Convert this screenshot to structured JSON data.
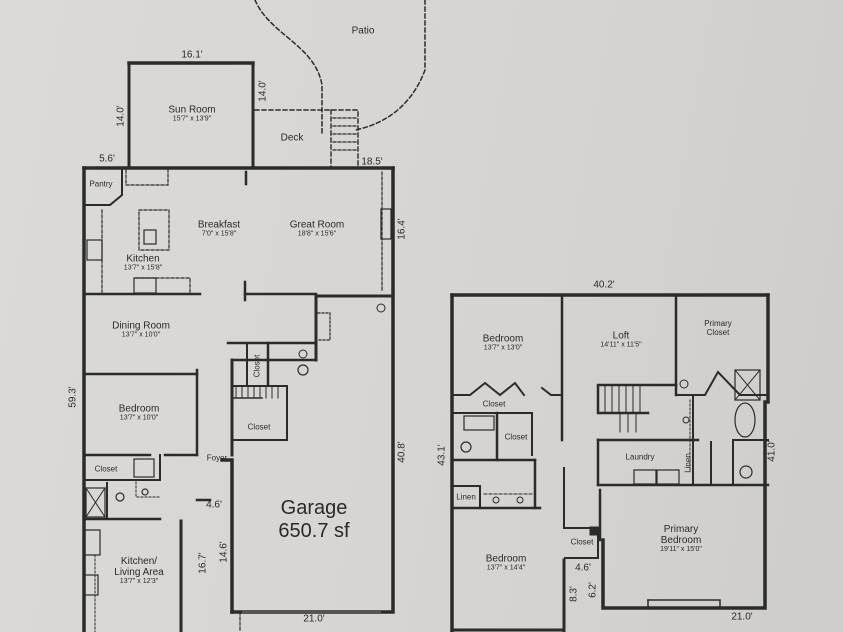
{
  "ground_floor": {
    "outdoor": {
      "patio": "Patio",
      "deck": "Deck"
    },
    "rooms": {
      "sun_room": {
        "name": "Sun Room",
        "size": "15'7\" x 13'9\""
      },
      "pantry": {
        "name": "Pantry"
      },
      "breakfast": {
        "name": "Breakfast",
        "size": "7'0\" x 15'8\""
      },
      "great_room": {
        "name": "Great Room",
        "size": "18'8\" x 15'6\""
      },
      "kitchen": {
        "name": "Kitchen",
        "size": "13'7\" x 15'8\""
      },
      "dining_room": {
        "name": "Dining Room",
        "size": "13'7\" x 10'0\""
      },
      "bedroom": {
        "name": "Bedroom",
        "size": "13'7\" x 10'0\""
      },
      "closet_a": {
        "name": "Closet"
      },
      "closet_b": {
        "name": "Closet"
      },
      "closet_c": {
        "name": "Closet"
      },
      "foyer": {
        "name": "Foyer"
      },
      "kitchen_living": {
        "name": "Kitchen/",
        "name2": "Living Area",
        "size": "13'7\" x 12'3\""
      },
      "garage": {
        "name": "Garage",
        "area": "650.7 sf"
      }
    },
    "dimensions": {
      "sun_room_width": "16.1'",
      "sun_room_left": "14.0'",
      "sun_room_right": "14.0'",
      "left_offset": "5.6'",
      "deck_right": "18.5'",
      "great_room_right": "16.4'",
      "overall_left": "59.3'",
      "garage_side": "40.8'",
      "foyer_step": "4.6'",
      "living_right": "16.7'",
      "garage_left": "14.6'",
      "garage_width": "21.0'"
    }
  },
  "upper_floor": {
    "rooms": {
      "bedroom_1": {
        "name": "Bedroom",
        "size": "13'7\" x 13'0\""
      },
      "loft": {
        "name": "Loft",
        "size": "14'11\" x 11'5\""
      },
      "primary_closet": {
        "name": "Primary",
        "name2": "Closet"
      },
      "closet_1": {
        "name": "Closet"
      },
      "closet_2": {
        "name": "Closet"
      },
      "linen_1": {
        "name": "Linen"
      },
      "laundry": {
        "name": "Laundry"
      },
      "linen_2": {
        "name": "Linen"
      },
      "bedroom_2": {
        "name": "Bedroom",
        "size": "13'7\" x 14'4\""
      },
      "closet_3": {
        "name": "Closet"
      },
      "primary_bedroom": {
        "name": "Primary",
        "name2": "Bedroom",
        "size": "19'11\" x 15'0\""
      }
    },
    "dimensions": {
      "overall_width": "40.2'",
      "left_side": "43.1'",
      "right_side": "41.0'",
      "closet_step": "4.6'",
      "inner_left": "8.3'",
      "inner_right": "6.2'",
      "primary_width": "21.0'"
    }
  }
}
